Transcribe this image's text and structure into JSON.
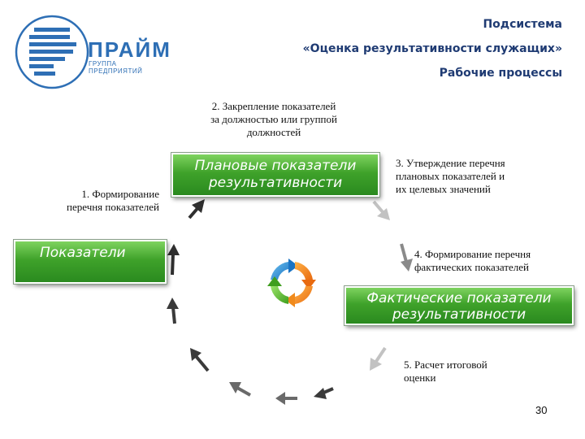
{
  "brand": {
    "name": "ПРАЙМ",
    "subtitle": "ГРУППА ПРЕДПРИЯТИЙ"
  },
  "header": {
    "line1": "Подсистема",
    "line2": "«Оценка результативности служащих»",
    "line3": "Рабочие процессы"
  },
  "steps": {
    "step1": [
      "1. Формирование",
      "перечня показателей"
    ],
    "step2": [
      "2. Закрепление показателей",
      "за должностью или группой",
      "должностей"
    ],
    "step3": [
      "3. Утверждение перечня",
      "плановых показателей и",
      "их целевых значений"
    ],
    "step4": [
      "4. Формирование перечня",
      "фактических показателей"
    ],
    "step5": [
      "5. Расчет итоговой",
      "оценки"
    ]
  },
  "boxes": {
    "planned": [
      "Плановые показатели",
      "результативности"
    ],
    "indicators": "Показатели",
    "actual": [
      "Фактические показатели",
      "результативности"
    ]
  },
  "colors": {
    "box_green": "#3fa22a",
    "title_blue": "#1f3b73",
    "logo_blue": "#2e6fb5",
    "arrow_dark": "#4a4a4a",
    "arrow_light": "#b8b8b8"
  },
  "icons": {
    "center": "cycle-arrows-icon"
  },
  "page_number": "30"
}
